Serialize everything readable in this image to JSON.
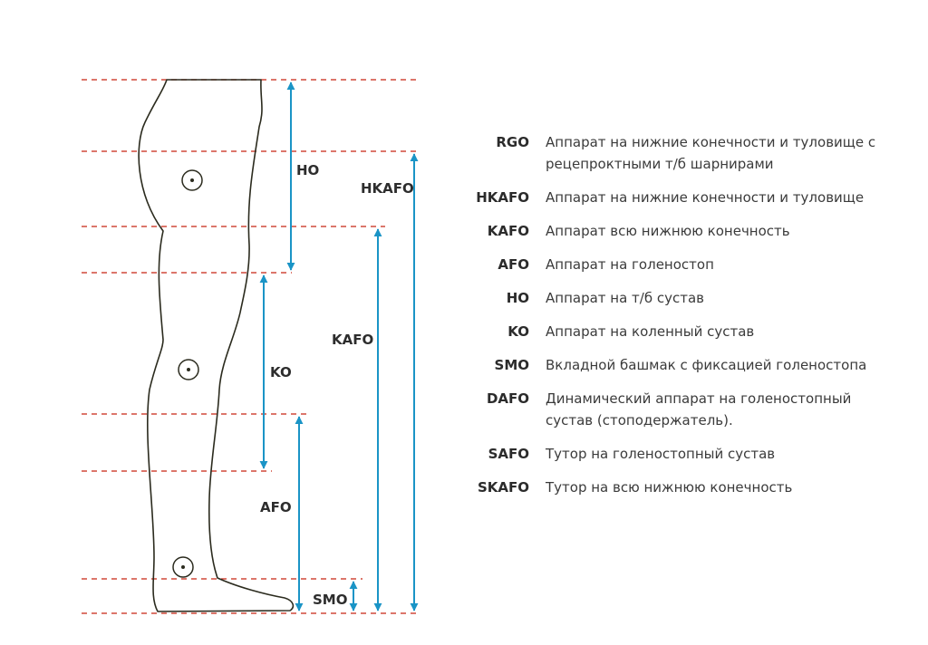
{
  "colors": {
    "outline": "#2b2b1e",
    "guide": "#d0493a",
    "arrow": "#1a94c6"
  },
  "diagram": {
    "labels": {
      "ho": "HO",
      "hkafo": "HKAFO",
      "kafo": "KAFO",
      "ko": "KO",
      "afo": "AFO",
      "smo": "SMO"
    }
  },
  "legend": {
    "items": [
      {
        "code": "RGO",
        "desc": "Аппарат на нижние конечности и туловище с рецепроктными т/б шарнирами"
      },
      {
        "code": "HKAFO",
        "desc": "Аппарат на нижние конечности и туловище"
      },
      {
        "code": "KAFO",
        "desc": "Аппарат всю нижнюю конечность"
      },
      {
        "code": "AFO",
        "desc": "Аппарат на голеностоп"
      },
      {
        "code": "HO",
        "desc": "Аппарат на т/б сустав"
      },
      {
        "code": "KO",
        "desc": "Аппарат на коленный сустав"
      },
      {
        "code": "SMO",
        "desc": "Вкладной башмак с фиксацией голеностопа"
      },
      {
        "code": "DAFO",
        "desc": "Динамический аппарат на голеностопный сустав (стоподержатель)."
      },
      {
        "code": "SAFO",
        "desc": "Тутор на голеностопный сустав"
      },
      {
        "code": "SKAFO",
        "desc": "Тутор на всю нижнюю конечность"
      }
    ]
  }
}
